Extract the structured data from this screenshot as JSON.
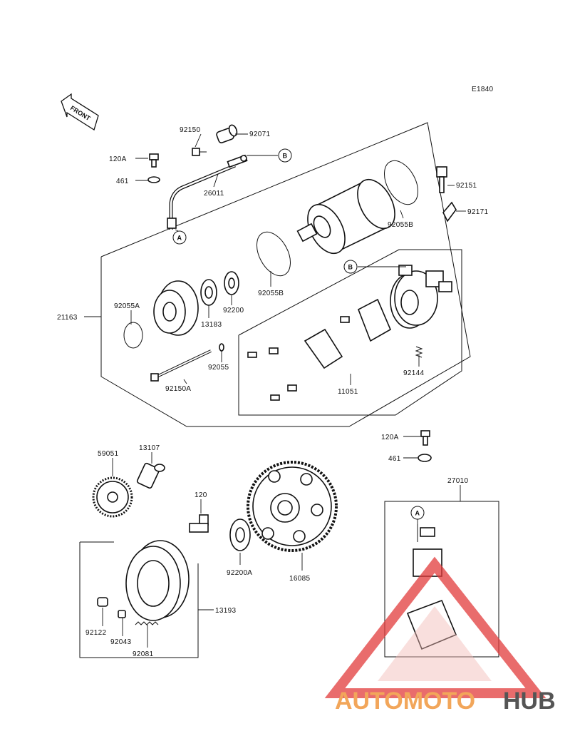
{
  "diagram_code": "E1840",
  "front_label": "FRONT",
  "watermark": {
    "part1": "AUTOMOTO",
    "part2": "HUB",
    "color_main": "#f2a65a",
    "color_second": "#555555",
    "triangle_color": "#e23b3b"
  },
  "callouts": {
    "a": "A",
    "b": "B"
  },
  "labels": {
    "p92150": "92150",
    "p92071": "92071",
    "p120A_top": "120A",
    "p461_top": "461",
    "p26011": "26011",
    "p92151": "92151",
    "p92171": "92171",
    "p92055B_top": "92055B",
    "p92055B_mid": "92055B",
    "p21163": "21163",
    "p92055A": "92055A",
    "p13183": "13183",
    "p92200": "92200",
    "p92055": "92055",
    "p92150A": "92150A",
    "p11051": "11051",
    "p92144": "92144",
    "p120A_right": "120A",
    "p461_right": "461",
    "p27010": "27010",
    "p59051": "59051",
    "p13107": "13107",
    "p120": "120",
    "p92200A": "92200A",
    "p16085": "16085",
    "p13193": "13193",
    "p92122": "92122",
    "p92043": "92043",
    "p92081": "92081"
  }
}
